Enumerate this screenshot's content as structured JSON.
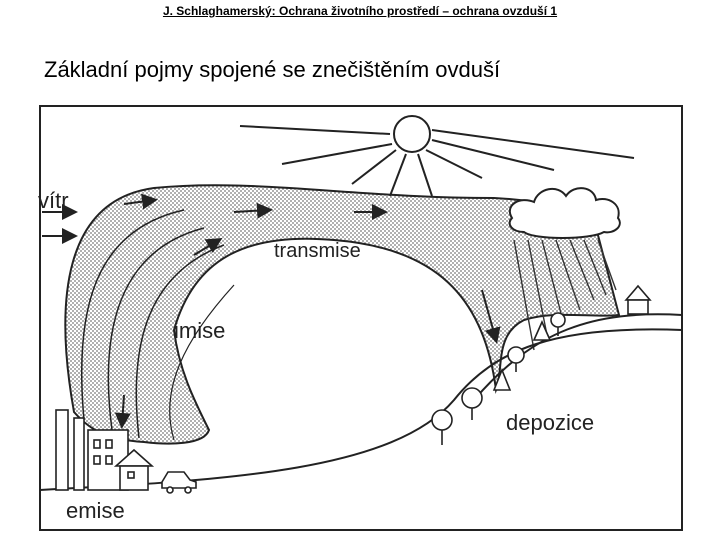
{
  "header": {
    "text": "J. Schlaghamerský: Ochrana životního prostředí – ochrana ovzduší 1"
  },
  "slide": {
    "title": "Základní pojmy spojené se znečištěním ovduší"
  },
  "diagram": {
    "labels": {
      "wind": "vítr",
      "transmission": "transmise",
      "immission": "imise",
      "deposition": "depozice",
      "emission": "emise"
    }
  },
  "colors": {
    "ink": "#222222",
    "stipple": "#9a9a9a",
    "background": "#ffffff"
  }
}
